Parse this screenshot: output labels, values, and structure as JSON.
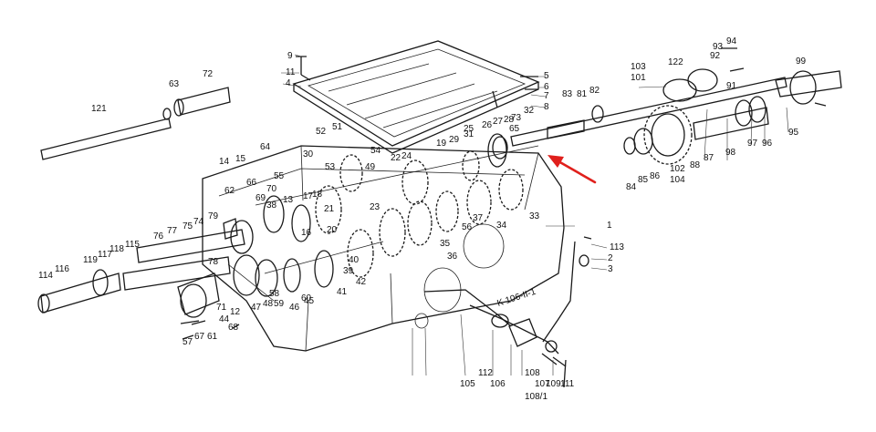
{
  "arrow_color": "#e0201c",
  "line_color": "#1a1a1a",
  "callouts": [
    "1",
    "2",
    "3",
    "4",
    "5",
    "6",
    "7",
    "8",
    "9",
    "11",
    "12",
    "13",
    "14",
    "15",
    "16",
    "17",
    "18",
    "19",
    "20",
    "21",
    "22",
    "23",
    "24",
    "25",
    "26",
    "27",
    "28",
    "29",
    "30",
    "31",
    "32",
    "33",
    "34",
    "35",
    "36",
    "37",
    "38",
    "39",
    "40",
    "41",
    "42",
    "44",
    "45",
    "46",
    "47",
    "48",
    "49",
    "51",
    "52",
    "53",
    "54",
    "55",
    "56",
    "57",
    "58",
    "59",
    "60",
    "61",
    "62",
    "63",
    "64",
    "65",
    "66",
    "67",
    "68",
    "69",
    "70",
    "71",
    "72",
    "73",
    "74",
    "75",
    "76",
    "77",
    "78",
    "79",
    "81",
    "82",
    "83",
    "84",
    "85",
    "86",
    "87",
    "88",
    "91",
    "92",
    "93",
    "94",
    "95",
    "96",
    "97",
    "98",
    "99",
    "101",
    "102",
    "103",
    "104",
    "105",
    "106",
    "107",
    "108",
    "108/1",
    "109",
    "111",
    "112",
    "113",
    "114",
    "115",
    "116",
    "117",
    "118",
    "119",
    "121",
    "122"
  ],
  "drawing_code": "K 106-II-1"
}
